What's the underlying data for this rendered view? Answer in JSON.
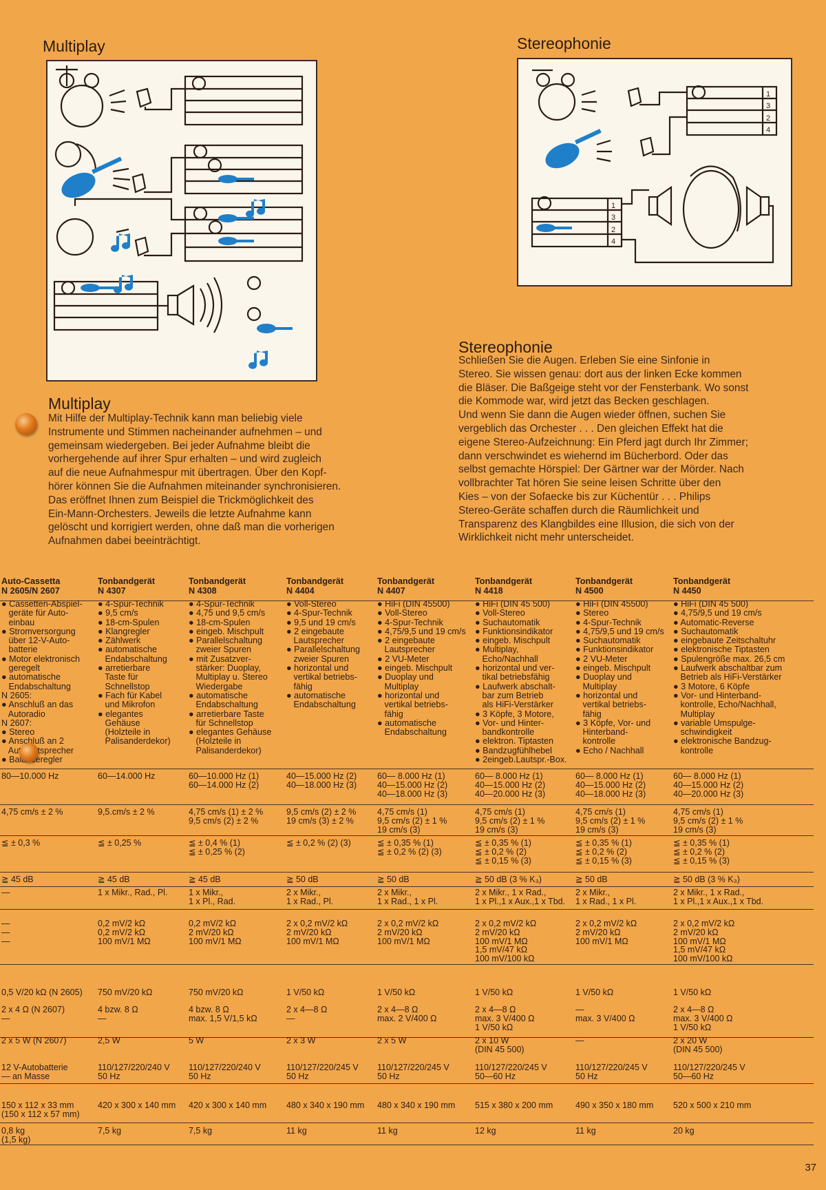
{
  "left": {
    "illustration_caption": "Multiplay",
    "title": "Multiplay",
    "text": "Mit Hilfe der Multiplay-Technik kann man beliebig viele\nInstrumente und Stimmen nacheinander aufnehmen – und\ngemeinsam wiedergeben. Bei jeder Aufnahme bleibt die\nvorhergehende auf ihrer Spur erhalten – und wird zugleich\nauf die neue Aufnahmespur mit übertragen. Über den Kopf-\nhörer können Sie die Aufnahmen miteinander synchronisieren.\nDas eröffnet Ihnen zum Beispiel die Trickmöglichkeit des\nEin-Mann-Orchesters. Jeweils die letzte Aufnahme kann\ngelöscht und korrigiert werden, ohne daß man die vorherigen\nAufnahmen dabei beeinträchtigt."
  },
  "right": {
    "illustration_caption": "Stereophonie",
    "title": "Stereophonie",
    "text": "Schließen Sie die Augen. Erleben Sie eine Sinfonie in\nStereo. Sie wissen genau: dort aus der linken Ecke kommen\ndie Bläser. Die Baßgeige steht vor der Fensterbank. Wo sonst\ndie Kommode war, wird jetzt das Becken geschlagen.\nUnd wenn Sie dann die Augen wieder öffnen, suchen Sie\nvergeblich das Orchester . . . Den gleichen Effekt hat die\neigene Stereo-Aufzeichnung: Ein Pferd jagt durch Ihr Zimmer;\ndann verschwindet es wiehernd im Bücherbord. Oder das\nselbst gemachte Hörspiel: Der Gärtner war der Mörder. Nach\nvollbrachter Tat hören Sie seine leisen Schritte über den\nKies – von der Sofaecke bis zur Küchentür . . . Philips\nStereo-Geräte schaffen durch die Räumlichkeit und\nTransparenz des Klangbildes eine Illusion, die sich von der\nWirklichkeit nicht mehr unterscheidet.",
    "track_labels_top": [
      "1",
      "3",
      "2",
      "4"
    ],
    "track_labels_bottom": [
      "1",
      "3",
      "2",
      "4"
    ]
  },
  "table": {
    "columns": [
      {
        "type": "Auto-Cassetta",
        "model": "N 2605/N 2607",
        "features": [
          "● Cassetten-Abspiel-",
          "   geräte für Auto-",
          "   einbau",
          "● Stromversorgung",
          "   über 12-V-Auto-",
          "   batterie",
          "● Motor elektronisch",
          "   geregelt",
          "● automatische",
          "   Endabschaltung",
          "N 2605:",
          "● Anschluß an das",
          "   Autoradio",
          "N 2607:",
          "● Stereo",
          "● Anschluß an 2",
          "   Autolautsprecher",
          "● Balanceregler"
        ],
        "frequency": "80—10.000 Hz",
        "speed": "4,75 cm/s ± 2 %",
        "wow": "≦ ± 0,3 %",
        "snr": "≧ 45 dB",
        "inputs": "—",
        "sensitivity": "—\n—\n—",
        "out1": "0,5 V/20 kΩ (N 2605)",
        "out2": "2 x 4 Ω (N 2607)\n—",
        "power": "2 x 5 W (N 2607)",
        "supply": "12 V-Autobatterie\n— an Masse",
        "dims": "150 x 112 x 33 mm\n(150 x 112 x 57 mm)",
        "weight": "0,8 kg\n(1,5 kg)"
      },
      {
        "type": "Tonbandgerät",
        "model": "N 4307",
        "features": [
          "● 4-Spur-Technik",
          "● 9,5 cm/s",
          "● 18-cm-Spulen",
          "● Klangregler",
          "● Zählwerk",
          "● automatische",
          "   Endabschaltung",
          "● arretierbare",
          "   Taste für",
          "   Schnellstop",
          "● Fach für Kabel",
          "   und Mikrofon",
          "● elegantes",
          "   Gehäuse",
          "   (Holzteile in",
          "   Palisanderdekor)"
        ],
        "frequency": "60—14.000 Hz",
        "speed": "9,5.cm/s ± 2 %",
        "wow": "≦ ± 0,25 %",
        "snr": "≧ 45 dB",
        "inputs": "1 x Mikr., Rad., Pl.",
        "sensitivity": "0,2 mV/2 kΩ\n0,2 mV/2 kΩ\n100 mV/1 MΩ",
        "out1": "750 mV/20 kΩ",
        "out2": "4 bzw. 8 Ω\n—",
        "power": "2,5 W",
        "supply": "110/127/220/240 V\n50 Hz",
        "dims": "420 x 300 x 140 mm",
        "weight": "7,5 kg"
      },
      {
        "type": "Tonbandgerät",
        "model": "N 4308",
        "features": [
          "● 4-Spur-Technik",
          "● 4,75 und 9,5 cm/s",
          "● 18-cm-Spulen",
          "● eingeb. Mischpult",
          "● Parallelschaltung",
          "   zweier Spuren",
          "● mit Zusatzver-",
          "   stärker: Duoplay,",
          "   Multiplay u. Stereo",
          "   Wiedergabe",
          "● automatische",
          "   Endabschaltung",
          "● arretierbare Taste",
          "   für Schnellstop",
          "● elegantes Gehäuse",
          "   (Holzteile in",
          "   Palisanderdekor)"
        ],
        "frequency": "60—10.000 Hz (1)\n60—14.000 Hz (2)",
        "speed": "4,75 cm/s (1) ± 2 %\n9,5   cm/s (2) ± 2 %",
        "wow": "≦ ± 0,4   % (1)\n≦ ± 0,25 % (2)",
        "snr": "≧ 45 dB",
        "inputs": "1 x Mikr.,\n1 x Pl., Rad.",
        "sensitivity": "0,2 mV/2 kΩ\n2 mV/20 kΩ\n100 mV/1 MΩ",
        "out1": "750 mV/20 kΩ",
        "out2": "4 bzw. 8 Ω\nmax. 1,5 V/1,5 kΩ",
        "power": "5 W",
        "supply": "110/127/220/240 V\n50 Hz",
        "dims": "420 x 300 x 140 mm",
        "weight": "7,5 kg"
      },
      {
        "type": "Tonbandgerät",
        "model": "N 4404",
        "features": [
          "● Voll-Stereo",
          "● 4-Spur-Technik",
          "● 9,5 und 19 cm/s",
          "● 2 eingebaute",
          "   Lautsprecher",
          "● Parallelschaltung",
          "   zweier Spuren",
          "● horizontal und",
          "   vertikal betriebs-",
          "   fähig",
          "● automatische",
          "   Endabschaltung"
        ],
        "frequency": "40—15.000 Hz (2)\n40—18.000 Hz (3)",
        "speed": "9,5 cm/s (2) ± 2 %\n19  cm/s (3) ± 2 %",
        "wow": "≦ ± 0,2 % (2) (3)",
        "snr": "≧ 50 dB",
        "inputs": "2 x Mikr.,\n1 x Rad., Pl.",
        "sensitivity": "2 x 0,2 mV/2 kΩ\n2 mV/20 kΩ\n100 mV/1 MΩ",
        "out1": "1 V/50 kΩ",
        "out2": "2 x 4—8 Ω\n—",
        "power": "2 x 3 W",
        "supply": "110/127/220/245 V\n50 Hz",
        "dims": "480 x 340 x 190 mm",
        "weight": "11 kg"
      },
      {
        "type": "Tonbandgerät",
        "model": "N 4407",
        "features": [
          "● HiFi (DIN 45500)",
          "● Voll-Stereo",
          "● 4-Spur-Technik",
          "● 4,75/9,5 und 19 cm/s",
          "● 2 eingebaute",
          "   Lautsprecher",
          "● 2 VU-Meter",
          "● eingeb. Mischpult",
          "● Duoplay und",
          "   Multiplay",
          "● horizontal und",
          "   vertikal betriebs-",
          "   fähig",
          "● automatische",
          "   Endabschaltung"
        ],
        "frequency": "60— 8.000 Hz (1)\n40—15.000 Hz (2)\n40—18.000 Hz (3)",
        "speed": "4,75 cm/s (1)\n9,5   cm/s (2) ± 1 %\n19    cm/s (3)",
        "wow": "≦ ± 0,35 % (1)\n≦ ± 0,2   % (2) (3)",
        "snr": "≧ 50 dB",
        "inputs": "2 x Mikr.,\n1 x Rad., 1 x Pl.",
        "sensitivity": "2 x 0,2 mV/2 kΩ\n2 mV/20 kΩ\n100 mV/1 MΩ",
        "out1": "1 V/50 kΩ",
        "out2": "2 x 4—8 Ω\nmax. 2 V/400 Ω",
        "power": "2 x 5 W",
        "supply": "110/127/220/245 V\n50 Hz",
        "dims": "480 x 340 x 190 mm",
        "weight": "11 kg"
      },
      {
        "type": "Tonbandgerät",
        "model": "N 4418",
        "features": [
          "● HiFi (DIN 45 500)",
          "● Voll-Stereo",
          "● Suchautomatik",
          "● Funktionsindikator",
          "● eingeb. Mischpult",
          "● Multiplay,",
          "   Echo/Nachhall",
          "● horizontal und ver-",
          "   tikal betriebsfähig",
          "● Laufwerk abschalt-",
          "   bar zum Betrieb",
          "   als HiFi-Verstärker",
          "● 3 Köpfe, 3 Motore,",
          "● Vor- und Hinter-",
          "   bandkontrolle",
          "● elektron. Tiptasten",
          "● Bandzugfühlhebel",
          "● 2eingeb.Lautspr.-Box."
        ],
        "frequency": "60— 8.000 Hz (1)\n40—15.000 Hz (2)\n40—20.000 Hz (3)",
        "speed": "4,75 cm/s (1)\n9,5   cm/s (2) ± 1 %\n19    cm/s (3)",
        "wow": "≦ ± 0,35 % (1)\n≦ ± 0,2   % (2)\n≦ ± 0,15 % (3)",
        "snr": "≧ 50 dB (3 % K₃)",
        "inputs": "2 x Mikr., 1 x Rad.,\n1 x Pl.,1 x Aux.,1 x Tbd.",
        "sensitivity": "2 x 0,2 mV/2 kΩ\n2 mV/20 kΩ\n100 mV/1 MΩ\n1,5 mV/47 kΩ\n100 mV/100 kΩ",
        "out1": "1 V/50 kΩ",
        "out2": "2 x 4—8 Ω\nmax. 3 V/400 Ω\n1 V/50 kΩ",
        "power": "2 x 10 W\n(DIN 45 500)",
        "supply": "110/127/220/245 V\n50—60 Hz",
        "dims": "515 x 380 x 200 mm",
        "weight": "12 kg"
      },
      {
        "type": "Tonbandgerät",
        "model": "N 4500",
        "features": [
          "● HiFi (DIN 45500)",
          "● Stereo",
          "● 4-Spur-Technik",
          "● 4,75/9,5 und 19 cm/s",
          "● Suchautomatik",
          "● Funktionsindikator",
          "● 2 VU-Meter",
          "● eingeb. Mischpult",
          "● Duoplay und",
          "   Multiplay",
          "● horizontal und",
          "   vertikal betriebs-",
          "   fähig",
          "● 3 Köpfe, Vor- und",
          "   Hinterband-",
          "   kontrolle",
          "● Echo / Nachhall"
        ],
        "frequency": "60— 8.000 Hz (1)\n40—15.000 Hz (2)\n40—18.000 Hz (3)",
        "speed": "4,75 cm/s (1)\n9,5   cm/s (2) ± 1 %\n19    cm/s (3)",
        "wow": "≦ ± 0,35 % (1)\n≦ ± 0,2   % (2)\n≦ ± 0,15 % (3)",
        "snr": "≧ 50 dB",
        "inputs": "2 x Mikr.,\n1 x Rad., 1 x Pl.",
        "sensitivity": "2 x 0,2 mV/2 kΩ\n2 mV/20 kΩ\n100 mV/1 MΩ",
        "out1": "1 V/50 kΩ",
        "out2": "—\nmax. 3 V/400 Ω",
        "power": "—",
        "supply": "110/127/220/245 V\n50 Hz",
        "dims": "490 x 350 x 180 mm",
        "weight": "11 kg"
      },
      {
        "type": "Tonbandgerät",
        "model": "N 4450",
        "features": [
          "● HiFi (DIN 45 500)",
          "● 4,75/9,5 und 19 cm/s",
          "● Automatic-Reverse",
          "● Suchautomatik",
          "● eingebaute Zeitschaltuhr",
          "● elektronische Tiptasten",
          "● Spulengröße max. 26,5 cm",
          "● Laufwerk abschaltbar zum",
          "   Betrieb als HiFi-Verstärker",
          "● 3 Motore, 6 Köpfe",
          "● Vor- und Hinterband-",
          "   kontrolle, Echo/Nachhall,",
          "   Multiplay",
          "● variable Umspulge-",
          "   schwindigkeit",
          "● elektronische Bandzug-",
          "   kontrolle"
        ],
        "frequency": "60— 8.000 Hz (1)\n40—15.000 Hz (2)\n40—20.000 Hz (3)",
        "speed": "4,75 cm/s (1)\n9,5   cm/s (2) ± 1 %\n19    cm/s (3)",
        "wow": "≦ ± 0,35 % (1)\n≦ ± 0,2   % (2)\n≦ ± 0,15 % (3)",
        "snr": "≧ 50 dB (3 % K₃)",
        "inputs": "2 x Mikr., 1 x Rad.,\n1 x Pl.,1 x Aux.,1 x Tbd.",
        "sensitivity": "2 x 0,2 mV/2 kΩ\n2 mV/20 kΩ\n100 mV/1 MΩ\n1,5 mV/47 kΩ\n100 mV/100 kΩ",
        "out1": "1 V/50 kΩ",
        "out2": "2 x 4—8 Ω\nmax. 3 V/400 Ω\n1 V/50 kΩ",
        "power": "2 x 20 W\n(DIN 45 500)",
        "supply": "110/127/220/245 V\n50—60 Hz",
        "dims": "520 x 500 x 210 mm",
        "weight": "20 kg"
      }
    ]
  },
  "page_number": "37",
  "colors": {
    "page_background": "#f2a64a",
    "instrument_blue": "#1f7fc8",
    "illustration_paper": "#fbf6ec",
    "pin_orange": "#e07818"
  }
}
